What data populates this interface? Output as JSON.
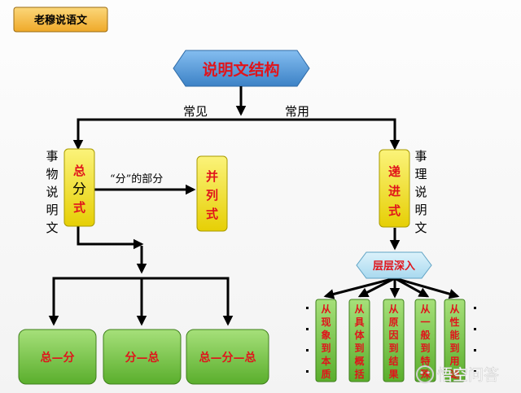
{
  "badge": "老穆说语文",
  "title": "说明文结构",
  "edge_common": "常见",
  "edge_often": "常用",
  "left_side_label": [
    "事",
    "物",
    "说",
    "明",
    "文"
  ],
  "right_side_label": [
    "事",
    "理",
    "说",
    "明",
    "文"
  ],
  "zongfen_box": {
    "top": "总",
    "mid": "分",
    "bottom": "式"
  },
  "bingliepart_label": "“分”的部分",
  "binglie_box": [
    "并",
    "列",
    "式"
  ],
  "dijin_box": [
    "递",
    "进",
    "式"
  ],
  "cengceng": "层层深入",
  "structures": [
    "总—分",
    "分—总",
    "总—分—总"
  ],
  "progressions": [
    [
      "从",
      "现",
      "象",
      "到",
      "本",
      "质"
    ],
    [
      "从",
      "具",
      "体",
      "到",
      "概",
      "括"
    ],
    [
      "从",
      "原",
      "因",
      "到",
      "结",
      "果"
    ],
    [
      "从",
      "一",
      "般",
      "到",
      "特",
      "殊"
    ],
    [
      "从",
      "性",
      "能",
      "到",
      "用",
      "途"
    ]
  ],
  "watermark": "悟空问答",
  "colors": {
    "green": "#7cc84a",
    "yellow": "#f4e61a",
    "blue": "#4f97d7",
    "red": "#e0141b",
    "badge_bg": "#f4b940"
  }
}
